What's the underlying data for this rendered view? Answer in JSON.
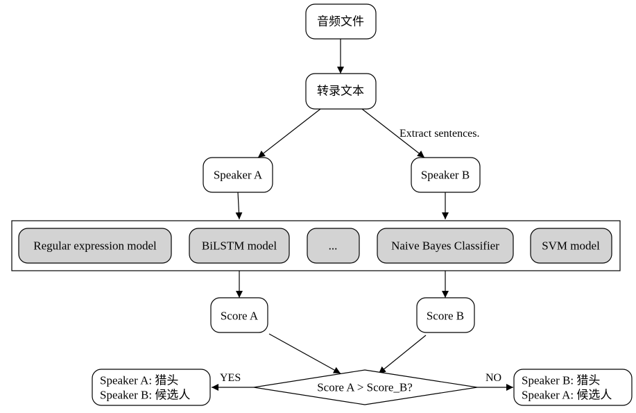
{
  "nodes": {
    "audio_file": "音频文件",
    "transcript": "转录文本",
    "speaker_a": "Speaker A",
    "speaker_b": "Speaker B",
    "models": [
      "Regular expression model",
      "BiLSTM model",
      "...",
      "Naive Bayes Classifier",
      "SVM model"
    ],
    "score_a": "Score A",
    "score_b": "Score B",
    "decision": "Score A > Score_B?",
    "result_left": [
      "Speaker A: 猎头",
      "Speaker B: 候选人"
    ],
    "result_right": [
      "Speaker B: 猎头",
      "Speaker A: 候选人"
    ]
  },
  "edge_labels": {
    "extract": "Extract sentences.",
    "yes": "YES",
    "no": "NO"
  },
  "colors": {
    "model_fill": "#d3d3d3",
    "node_fill": "#ffffff",
    "stroke": "#000000"
  }
}
